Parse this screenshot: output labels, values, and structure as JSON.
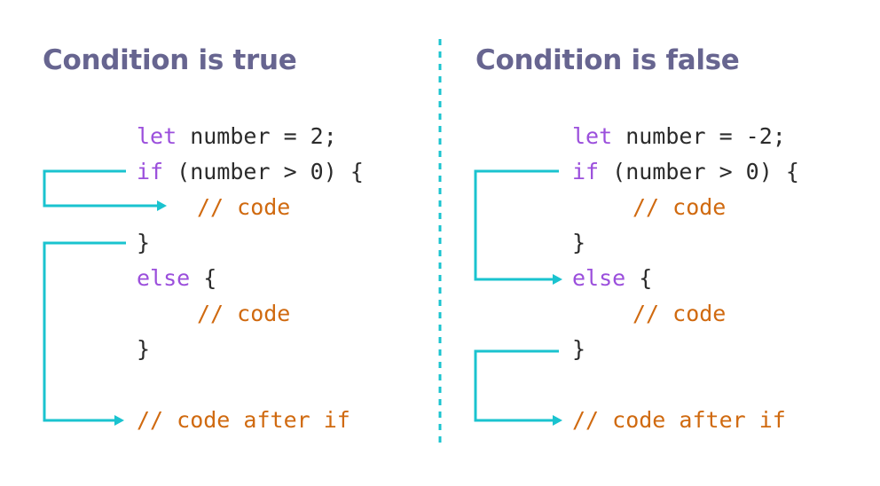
{
  "colors": {
    "title": "#676590",
    "keyword": "#9b4fdc",
    "comment": "#d06a10",
    "text": "#2b2b2b",
    "arrow": "#1ac3cf",
    "divider": "#1ac3cf"
  },
  "left": {
    "title": "Condition is true",
    "lines": {
      "let_kw": "let",
      "let_rest": " number = 2;",
      "if_kw": "if",
      "if_rest": " (number > 0) {",
      "if_body": "// code",
      "close_if": "}",
      "else_kw": "else",
      "else_rest": " {",
      "else_body": "// code",
      "close_else": "}",
      "after": "// code after if"
    }
  },
  "right": {
    "title": "Condition is false",
    "lines": {
      "let_kw": "let",
      "let_rest": " number = -2;",
      "if_kw": "if",
      "if_rest": " (number > 0) {",
      "if_body": "// code",
      "close_if": "}",
      "else_kw": "else",
      "else_rest": " {",
      "else_body": "// code",
      "close_else": "}",
      "after": "// code after if"
    }
  }
}
